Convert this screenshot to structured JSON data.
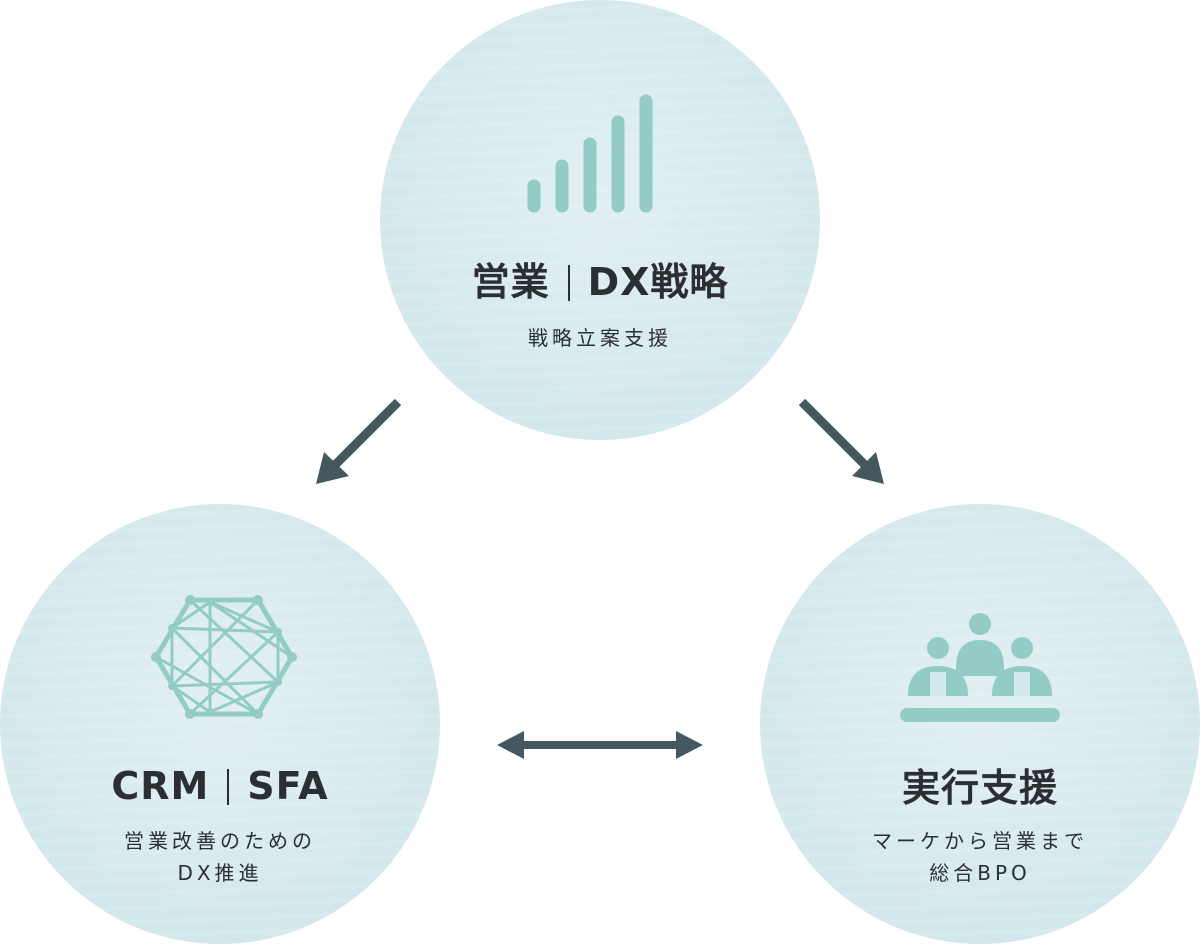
{
  "nodes": {
    "strategy": {
      "title_left": "営業",
      "title_right": "DX戦略",
      "subtitle": "戦略立案支援",
      "icon": "signal-bars-icon"
    },
    "crm": {
      "title_left": "CRM",
      "title_right": "SFA",
      "subtitle_line1": "営業改善のための",
      "subtitle_line2": "DX推進",
      "icon": "network-hexagon-icon"
    },
    "execution": {
      "title": "実行支援",
      "subtitle_line1": "マーケから営業まで",
      "subtitle_line2": "総合BPO",
      "icon": "team-meeting-icon"
    }
  },
  "colors": {
    "circle": "#d3e8ec",
    "icon": "#93ccc6",
    "arrow": "#455860",
    "text": "#2b2f33"
  }
}
